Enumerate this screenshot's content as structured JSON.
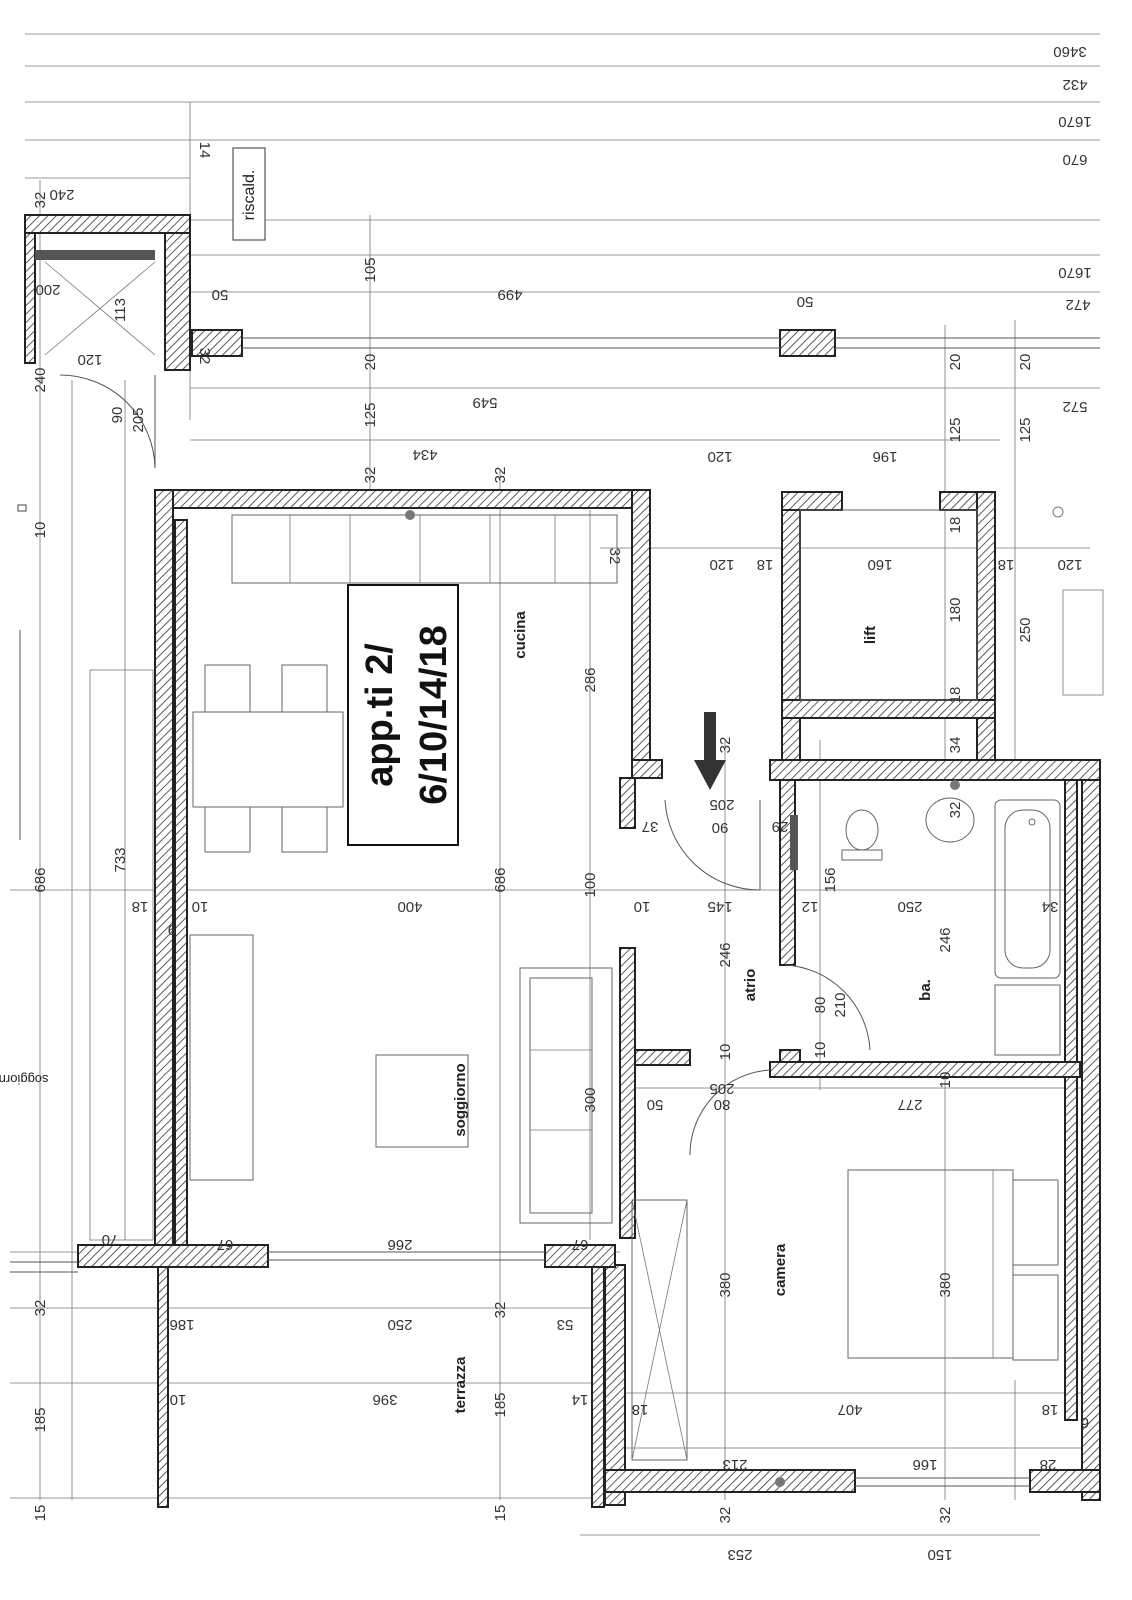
{
  "rooms": {
    "cucina": "cucina",
    "soggiorno": "soggiorno",
    "atrio": "atrio",
    "bagno": "ba.",
    "camera": "camera",
    "terrazza": "terrazza",
    "lift": "lift",
    "riscald": "riscald.",
    "soggiorno_edge": "soggiorno"
  },
  "stamp": {
    "line1": "app.ti  2/",
    "line2": "6/10/14/18"
  },
  "dims": {
    "d3460": "3460",
    "d432": "432",
    "d1670a": "1670",
    "d670": "670",
    "d14": "14",
    "d240a": "240",
    "d32a": "32",
    "d1670b": "1670",
    "d472": "472",
    "d200": "200",
    "d113": "113",
    "d50a": "50",
    "d105": "105",
    "d499": "499",
    "d50b": "50",
    "d120a": "120",
    "d32b": "32",
    "d20a": "20",
    "d20b": "20",
    "d20c": "20",
    "d240b": "240",
    "d90a": "90",
    "d205a": "205",
    "d549": "549",
    "d572": "572",
    "d125a": "125",
    "d125b": "125",
    "d125c": "125",
    "d434": "434",
    "d120b": "120",
    "d196": "196",
    "d10a": "10",
    "d32c": "32",
    "d32d": "32",
    "d18a": "18",
    "d32e": "32",
    "d120c": "120",
    "d18b": "18",
    "d160": "160",
    "d18c": "18",
    "d120d": "120",
    "d180": "180",
    "d250a": "250",
    "d286": "286",
    "d18d": "18",
    "d34a": "34",
    "d32f": "32",
    "d205b": "205",
    "d37": "37",
    "d90b": "90",
    "d29": "29",
    "d32g": "32",
    "d686a": "686",
    "d733": "733",
    "d686b": "686",
    "d100": "100",
    "d156": "156",
    "d18e": "18",
    "d9": "9",
    "d10b": "10",
    "d400": "400",
    "d10c": "10",
    "d145": "145",
    "d12": "12",
    "d250b": "250",
    "d34b": "34",
    "d246a": "246",
    "d246b": "246",
    "d80a": "80",
    "d210": "210",
    "d10d": "10",
    "d10e": "10",
    "d10f": "10",
    "d300": "300",
    "d50c": "50",
    "d80b": "80",
    "d205c": "205",
    "d277": "277",
    "d70": "70",
    "d67a": "67",
    "d266": "266",
    "d67b": "67",
    "d380a": "380",
    "d380b": "380",
    "d32h": "32",
    "d32i": "32",
    "d186": "186",
    "d250c": "250",
    "d53": "53",
    "d185a": "185",
    "d185b": "185",
    "d10g": "10",
    "d396": "396",
    "d14b": "14",
    "d18f": "18",
    "d407": "407",
    "d18g": "18",
    "d6": "6",
    "d213": "213",
    "d166": "166",
    "d28": "28",
    "d15a": "15",
    "d15b": "15",
    "d32j": "32",
    "d32k": "32",
    "d253": "253",
    "d150": "150"
  },
  "colors": {
    "wall_stroke": "#222222",
    "hatch": "#333333",
    "arrow": "#333333"
  }
}
